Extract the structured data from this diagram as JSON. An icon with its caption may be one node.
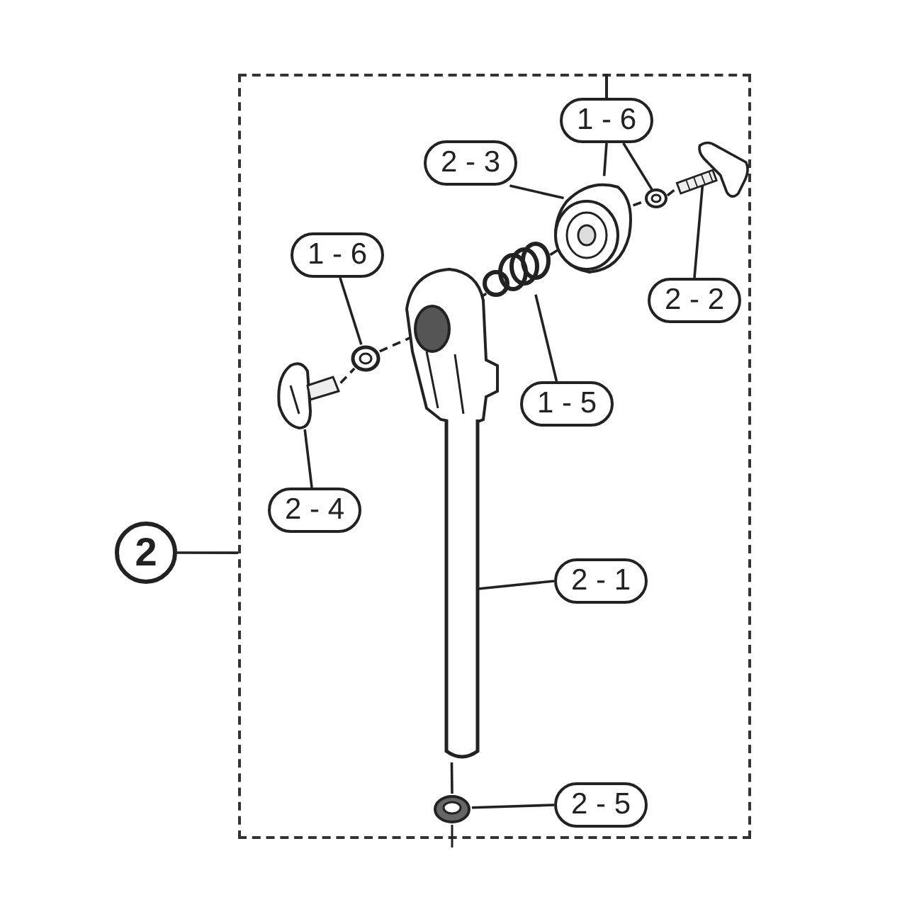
{
  "diagram": {
    "nodes": [
      {
        "text": [],
        "shape": "box"
      },
      {
        "text": [
          "1 - 6"
        ],
        "in": 0
      },
      {
        "text": [
          "2 - 3"
        ],
        "in": 0
      },
      {
        "text": [
          "1 - 6"
        ],
        "in": 0
      },
      {
        "text": [
          "2 - 2"
        ],
        "in": 0
      },
      {
        "text": [
          "1 - 5"
        ],
        "in": 0
      },
      {
        "text": [
          "2 - 4"
        ],
        "in": 0
      },
      {
        "text": [
          "2 - 1"
        ],
        "in": 0
      },
      {
        "text": [
          "2 - 5"
        ],
        "in": 0
      },
      {
        "text": [
          "2"
        ]
      },
      {
        "text": [],
        "shape": "picture",
        "in": 0
      },
      {
        "text": [],
        "shape": "picture",
        "in": 0
      },
      {
        "text": [],
        "shape": "picture",
        "in": 0
      },
      {
        "text": [],
        "shape": "picture",
        "in": 0
      },
      {
        "text": [],
        "shape": "picture",
        "in": 0
      },
      {
        "text": [],
        "shape": "picture",
        "in": 0
      },
      {
        "text": [],
        "shape": "picture",
        "in": 0
      },
      {
        "text": [],
        "shape": "picture",
        "in": 0
      }
    ],
    "edges": [
      {
        "from": 1,
        "to": 11,
        "arrow": "none"
      },
      {
        "from": 2,
        "to": 12,
        "arrow": "none"
      },
      {
        "from": 3,
        "to": 15,
        "arrow": "none"
      },
      {
        "from": 4,
        "to": 10,
        "arrow": "none"
      },
      {
        "from": 5,
        "to": 13,
        "arrow": "none"
      },
      {
        "from": 6,
        "to": 16,
        "arrow": "none"
      },
      {
        "from": 7,
        "to": 14,
        "arrow": "none"
      },
      {
        "from": 8,
        "to": 17,
        "arrow": "none"
      },
      {
        "from": 9,
        "to": 0,
        "arrow": "none"
      },
      {
        "from": 16,
        "to": 15,
        "arrow": "none",
        "style": "dashed"
      },
      {
        "from": 15,
        "to": 14,
        "arrow": "none",
        "style": "dashed"
      },
      {
        "from": 14,
        "to": 13,
        "arrow": "none",
        "style": "dashed"
      },
      {
        "from": 13,
        "to": 12,
        "arrow": "none",
        "style": "dashed"
      },
      {
        "from": 12,
        "to": 11,
        "arrow": "none",
        "style": "dashed"
      },
      {
        "from": 11,
        "to": 10,
        "arrow": "none",
        "style": "dashed"
      },
      {
        "from": 1,
        "to": 12,
        "arrow": "none"
      },
      {
        "from": 14,
        "to": 17,
        "arrow": "none"
      }
    ]
  }
}
